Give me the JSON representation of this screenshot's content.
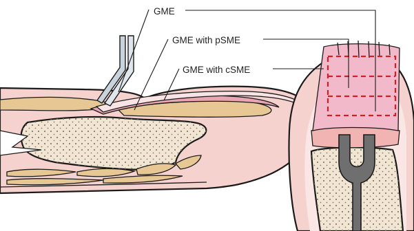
{
  "labels": {
    "gme": "GME",
    "gme_psme": "GME with pSME",
    "gme_csme": "GME with cSME"
  },
  "colors": {
    "skin": "#f6d2cf",
    "nail_bed_pink": "#e8a6b3",
    "graft_pink": "#f2b9cb",
    "fat_tan": "#e7c794",
    "bone": "#f1e6d3",
    "instrument_gray": "#6f6f6f",
    "dashed_cut_red": "#d21f26",
    "outline": "#1a1a1a"
  },
  "icons": {
    "instrument": "curved-forceps-icon",
    "retractor": "fork-retractor-icon"
  }
}
